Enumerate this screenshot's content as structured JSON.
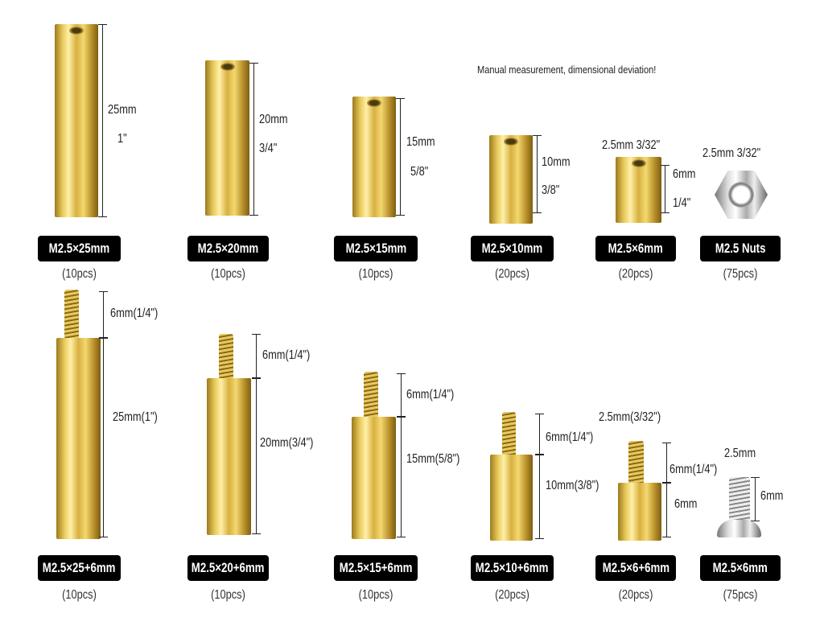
{
  "note": "Manual measurement, dimensional deviation!",
  "top_row": [
    {
      "label": "M2.5×25mm",
      "count": "(10pcs)",
      "dims": [
        "25mm",
        "1\""
      ],
      "kind": "female-female"
    },
    {
      "label": "M2.5×20mm",
      "count": "(10pcs)",
      "dims": [
        "20mm",
        "3/4\""
      ],
      "kind": "female-female"
    },
    {
      "label": "M2.5×15mm",
      "count": "(10pcs)",
      "dims": [
        "15mm",
        "5/8\""
      ],
      "kind": "female-female"
    },
    {
      "label": "M2.5×10mm",
      "count": "(20pcs)",
      "dims": [
        "10mm",
        "3/8\""
      ],
      "kind": "female-female"
    },
    {
      "label": "M2.5×6mm",
      "count": "(20pcs)",
      "dims": [
        "2.5mm  3/32\"",
        "6mm",
        "1/4\""
      ],
      "kind": "female-female"
    },
    {
      "label": "M2.5    Nuts",
      "count": "(75pcs)",
      "dims": [
        "2.5mm  3/32\""
      ],
      "kind": "nut"
    }
  ],
  "bottom_row": [
    {
      "label": "M2.5×25+6mm",
      "count": "(10pcs)",
      "dims": [
        "6mm(1/4\")",
        "25mm(1\")"
      ],
      "kind": "male-female"
    },
    {
      "label": "M2.5×20+6mm",
      "count": "(10pcs)",
      "dims": [
        "6mm(1/4\")",
        "20mm(3/4\")"
      ],
      "kind": "male-female"
    },
    {
      "label": "M2.5×15+6mm",
      "count": "(10pcs)",
      "dims": [
        "6mm(1/4\")",
        "15mm(5/8\")"
      ],
      "kind": "male-female"
    },
    {
      "label": "M2.5×10+6mm",
      "count": "(20pcs)",
      "dims": [
        "6mm(1/4\")",
        "10mm(3/8\")"
      ],
      "kind": "male-female"
    },
    {
      "label": "M2.5×6+6mm",
      "count": "(20pcs)",
      "dims": [
        "2.5mm(3/32\")",
        "6mm(1/4\")",
        "6mm"
      ],
      "kind": "male-female"
    },
    {
      "label": "M2.5×6mm",
      "count": "(75pcs)",
      "dims": [
        "2.5mm",
        "6mm"
      ],
      "kind": "screw"
    }
  ],
  "colors": {
    "brass": "#e0bc48",
    "label_bg": "#000000",
    "label_text": "#ffffff",
    "steel": "#bbbbbb"
  }
}
